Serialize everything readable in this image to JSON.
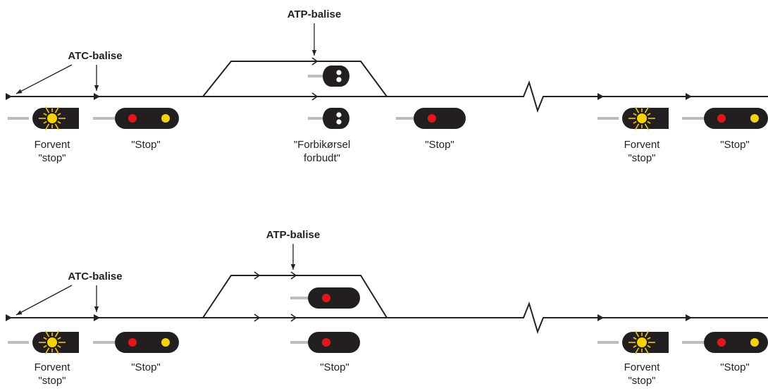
{
  "colors": {
    "line": "#222222",
    "head": "#231f20",
    "mast": "#bdbdbd",
    "red": "#e3161b",
    "yellow": "#f6d10e",
    "flash": "#f0c419",
    "white": "#ffffff"
  },
  "panels": [
    {
      "id": "top",
      "atp_label": "ATP-balise",
      "atc_label": "ATC-balise",
      "signals": [
        {
          "id": "expect-stop-1",
          "kind": "flash",
          "label": [
            "Forvent",
            "\"stop\""
          ]
        },
        {
          "id": "stop-1",
          "kind": "main",
          "label": [
            "\"Stop\""
          ]
        },
        {
          "id": "dwarf-upper",
          "kind": "dwarf",
          "label": []
        },
        {
          "id": "dwarf-lower",
          "kind": "dwarf",
          "label": [
            "\"Forbikørsel",
            "forbudt\""
          ]
        },
        {
          "id": "stop-2",
          "kind": "single-red",
          "label": [
            "\"Stop\""
          ]
        },
        {
          "id": "expect-stop-2",
          "kind": "flash",
          "label": [
            "Forvent",
            "\"stop\""
          ]
        },
        {
          "id": "stop-3",
          "kind": "main",
          "label": [
            "\"Stop\""
          ]
        }
      ]
    },
    {
      "id": "bottom",
      "atp_label": "ATP-balise",
      "atc_label": "ATC-balise",
      "signals": [
        {
          "id": "expect-stop-1",
          "kind": "flash",
          "label": [
            "Forvent",
            "\"stop\""
          ]
        },
        {
          "id": "stop-1",
          "kind": "main",
          "label": [
            "\"Stop\""
          ]
        },
        {
          "id": "siding-red",
          "kind": "single-red",
          "label": []
        },
        {
          "id": "main-red",
          "kind": "single-red",
          "label": [
            "\"Stop\""
          ]
        },
        {
          "id": "expect-stop-2",
          "kind": "flash",
          "label": [
            "Forvent",
            "\"stop\""
          ]
        },
        {
          "id": "stop-3",
          "kind": "main",
          "label": [
            "\"Stop\""
          ]
        }
      ]
    }
  ]
}
